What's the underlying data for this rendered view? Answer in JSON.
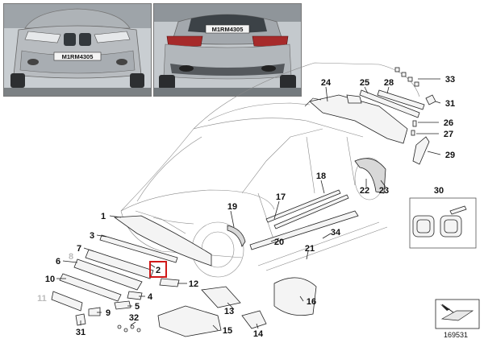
{
  "photos": {
    "front_plate": "M1RM4305",
    "rear_plate": "M1RM4305"
  },
  "callouts": [
    {
      "id": "1",
      "label": "1"
    },
    {
      "id": "2",
      "label": "2"
    },
    {
      "id": "3",
      "label": "3"
    },
    {
      "id": "4",
      "label": "4"
    },
    {
      "id": "5",
      "label": "5"
    },
    {
      "id": "6",
      "label": "6"
    },
    {
      "id": "7",
      "label": "7"
    },
    {
      "id": "8",
      "label": "8"
    },
    {
      "id": "9",
      "label": "9"
    },
    {
      "id": "10",
      "label": "10"
    },
    {
      "id": "11",
      "label": "11"
    },
    {
      "id": "12",
      "label": "12"
    },
    {
      "id": "13",
      "label": "13"
    },
    {
      "id": "14",
      "label": "14"
    },
    {
      "id": "15",
      "label": "15"
    },
    {
      "id": "16",
      "label": "16"
    },
    {
      "id": "17",
      "label": "17"
    },
    {
      "id": "18",
      "label": "18"
    },
    {
      "id": "19",
      "label": "19"
    },
    {
      "id": "20",
      "label": "20"
    },
    {
      "id": "21",
      "label": "21"
    },
    {
      "id": "22",
      "label": "22"
    },
    {
      "id": "23",
      "label": "23"
    },
    {
      "id": "24",
      "label": "24"
    },
    {
      "id": "25",
      "label": "25"
    },
    {
      "id": "26",
      "label": "26"
    },
    {
      "id": "27",
      "label": "27"
    },
    {
      "id": "28",
      "label": "28"
    },
    {
      "id": "29",
      "label": "29"
    },
    {
      "id": "30",
      "label": "30"
    },
    {
      "id": "31a",
      "label": "31"
    },
    {
      "id": "31b",
      "label": "31"
    },
    {
      "id": "32",
      "label": "32"
    },
    {
      "id": "33",
      "label": "33"
    },
    {
      "id": "34",
      "label": "34"
    }
  ],
  "highlighted": "2",
  "diagram_ref": "169531",
  "colors": {
    "highlight": "#d01818",
    "car_body": "#b9bdc1"
  }
}
